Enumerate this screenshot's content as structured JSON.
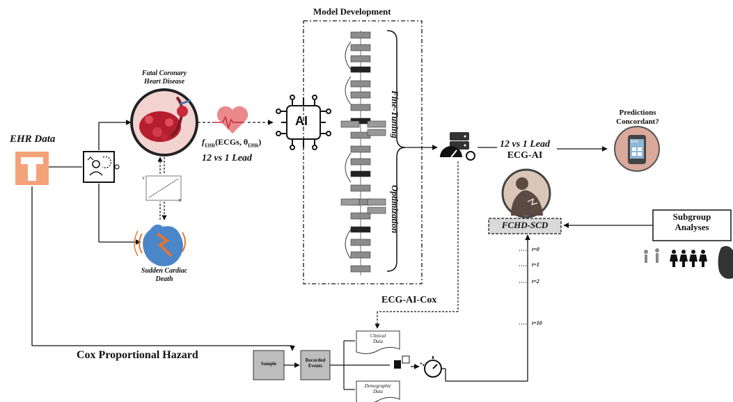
{
  "ehr": {
    "title": "EHR Data",
    "logo_letter": "T"
  },
  "fatal": {
    "line1": "Fatal Coronary",
    "line2": "Heart Disease"
  },
  "scd": {
    "line1": "Sudden Cardiac",
    "line2": "Death"
  },
  "plot_axes": {
    "y": "Y",
    "x": "X"
  },
  "fehr": {
    "f": "f",
    "sub1": "EHR",
    "args": "(ECGs, θ",
    "sub2": "EHR",
    "close": ")"
  },
  "lead_label": "12 vs 1 Lead",
  "ai_icon_text": "AI",
  "model_dev": {
    "title": "Model Development",
    "fine_tuning": "Fine-Tuning",
    "optimization": "Optimization"
  },
  "ecg_ai": {
    "line1": "12 vs 1 Lead",
    "line2": "ECG-AI"
  },
  "predictions": {
    "line1": "Predictions",
    "line2": "Concordant?"
  },
  "phone_text": "RISK",
  "fchd": "FCHD-SCD",
  "subgroup": {
    "line1": "Subgroup",
    "line2": "Analyses"
  },
  "timepoints": [
    "t=0",
    "t=1",
    "t=2",
    "t=10"
  ],
  "ecg_ai_cox": "ECG-AI-Cox",
  "cox": "Cox Proportional Hazard",
  "sample": "Sample",
  "recorded": {
    "line1": "Recorded",
    "line2": "Events"
  },
  "clinical": {
    "line1": "Clinical",
    "line2": "Data"
  },
  "demographic": {
    "line1": "Demographic",
    "line2": "Data"
  },
  "colors": {
    "ut_orange": "#f4a27a",
    "heart_red": "#c8283a",
    "ai_black": "#111111",
    "circle_bg": "#d9a99b",
    "box_gray": "#bdbdbd"
  }
}
